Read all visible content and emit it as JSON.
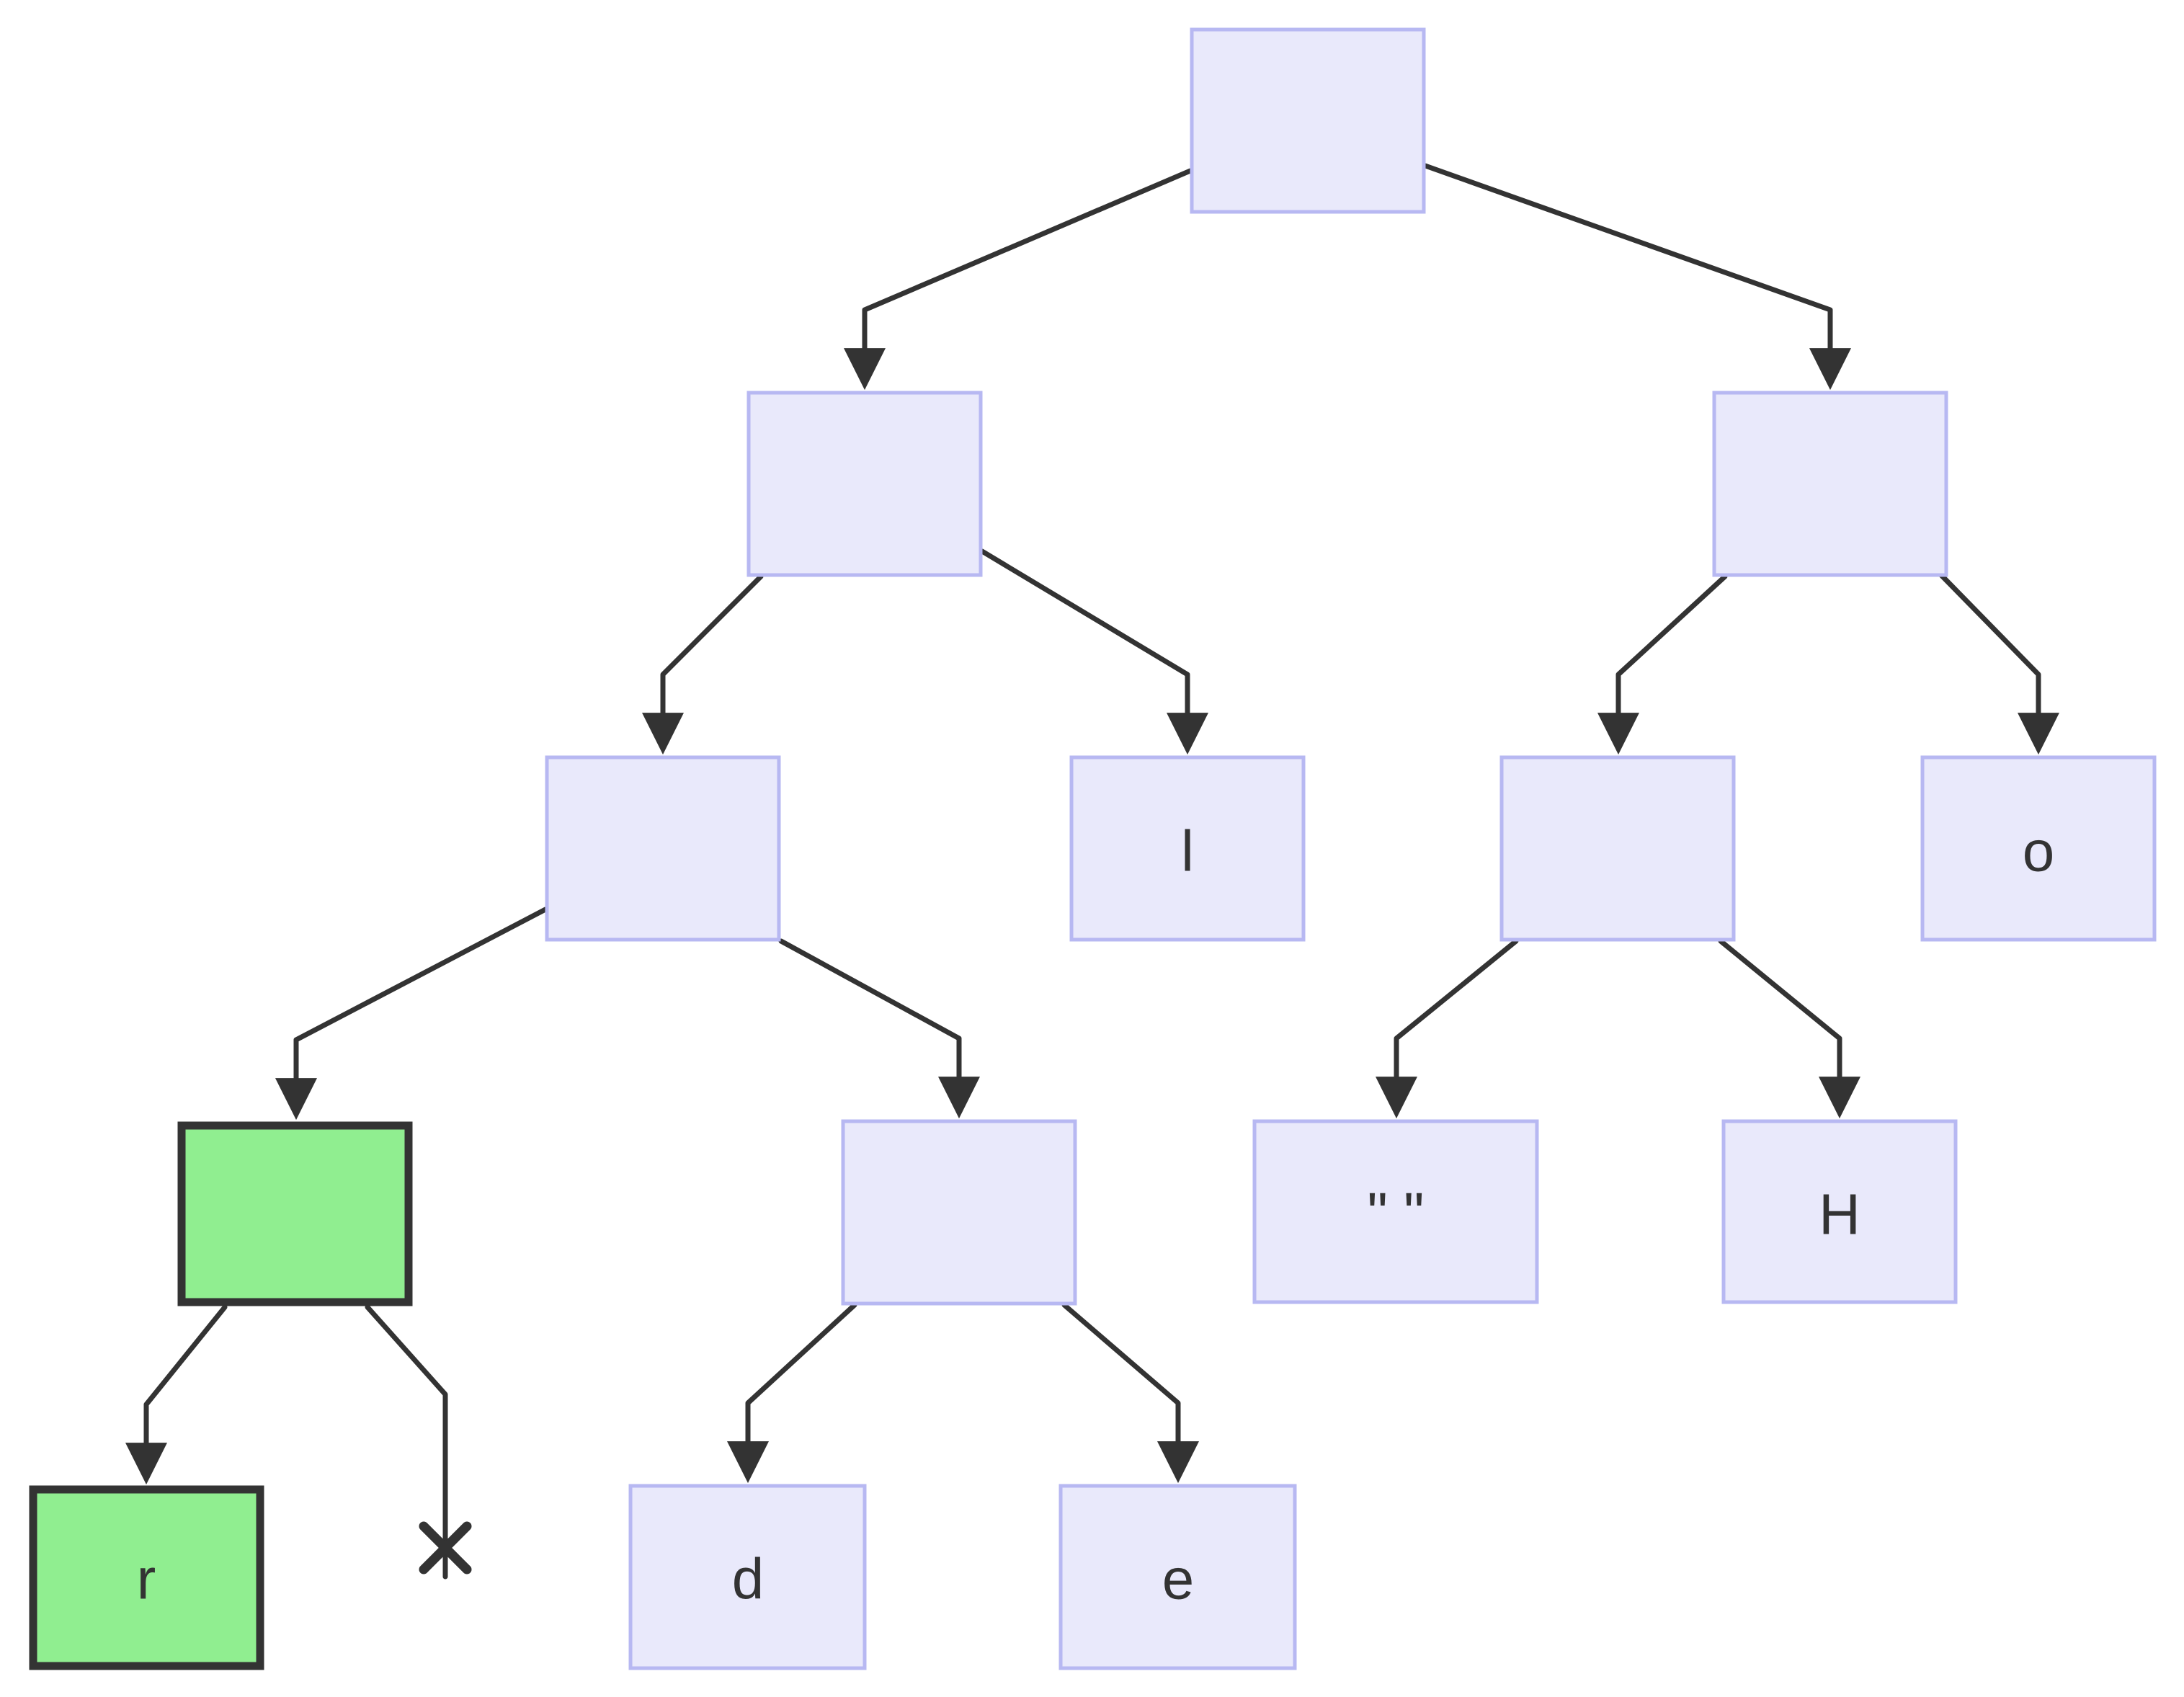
{
  "diagram": {
    "kind": "binary-tree",
    "background": "#ffffff",
    "colors": {
      "node_fill": "#e9e9fb",
      "node_stroke": "#b7b8f2",
      "highlight_fill": "#90ee90",
      "highlight_stroke": "#333333",
      "edge": "#333333",
      "text": "#333333"
    },
    "nodes": {
      "root": {
        "label": "",
        "type": "internal",
        "highlighted": false
      },
      "left": {
        "label": "",
        "type": "internal",
        "highlighted": false
      },
      "right": {
        "label": "",
        "type": "internal",
        "highlighted": false
      },
      "left_left": {
        "label": "",
        "type": "internal",
        "highlighted": false
      },
      "leaf_l": {
        "label": "l",
        "type": "leaf",
        "highlighted": false
      },
      "right_left": {
        "label": "",
        "type": "internal",
        "highlighted": false
      },
      "leaf_o": {
        "label": "o",
        "type": "leaf",
        "highlighted": false
      },
      "highlight": {
        "label": "",
        "type": "internal",
        "highlighted": true
      },
      "mid": {
        "label": "",
        "type": "internal",
        "highlighted": false
      },
      "leaf_space": {
        "label": "\" \"",
        "type": "leaf",
        "highlighted": false
      },
      "leaf_H": {
        "label": "H",
        "type": "leaf",
        "highlighted": false
      },
      "leaf_r": {
        "label": "r",
        "type": "leaf",
        "highlighted": true
      },
      "leaf_d": {
        "label": "d",
        "type": "leaf",
        "highlighted": false
      },
      "leaf_e": {
        "label": "e",
        "type": "leaf",
        "highlighted": false
      }
    },
    "edges": [
      {
        "from": "root",
        "to": "left",
        "terminator": "arrow"
      },
      {
        "from": "root",
        "to": "right",
        "terminator": "arrow"
      },
      {
        "from": "left",
        "to": "left_left",
        "terminator": "arrow"
      },
      {
        "from": "left",
        "to": "leaf_l",
        "terminator": "arrow"
      },
      {
        "from": "right",
        "to": "right_left",
        "terminator": "arrow"
      },
      {
        "from": "right",
        "to": "leaf_o",
        "terminator": "arrow"
      },
      {
        "from": "left_left",
        "to": "highlight",
        "terminator": "arrow"
      },
      {
        "from": "left_left",
        "to": "mid",
        "terminator": "arrow"
      },
      {
        "from": "right_left",
        "to": "leaf_space",
        "terminator": "arrow"
      },
      {
        "from": "right_left",
        "to": "leaf_H",
        "terminator": "arrow"
      },
      {
        "from": "highlight",
        "to": "leaf_r",
        "terminator": "arrow"
      },
      {
        "from": "highlight",
        "to": null,
        "terminator": "cross"
      },
      {
        "from": "mid",
        "to": "leaf_d",
        "terminator": "arrow"
      },
      {
        "from": "mid",
        "to": "leaf_e",
        "terminator": "arrow"
      }
    ]
  }
}
